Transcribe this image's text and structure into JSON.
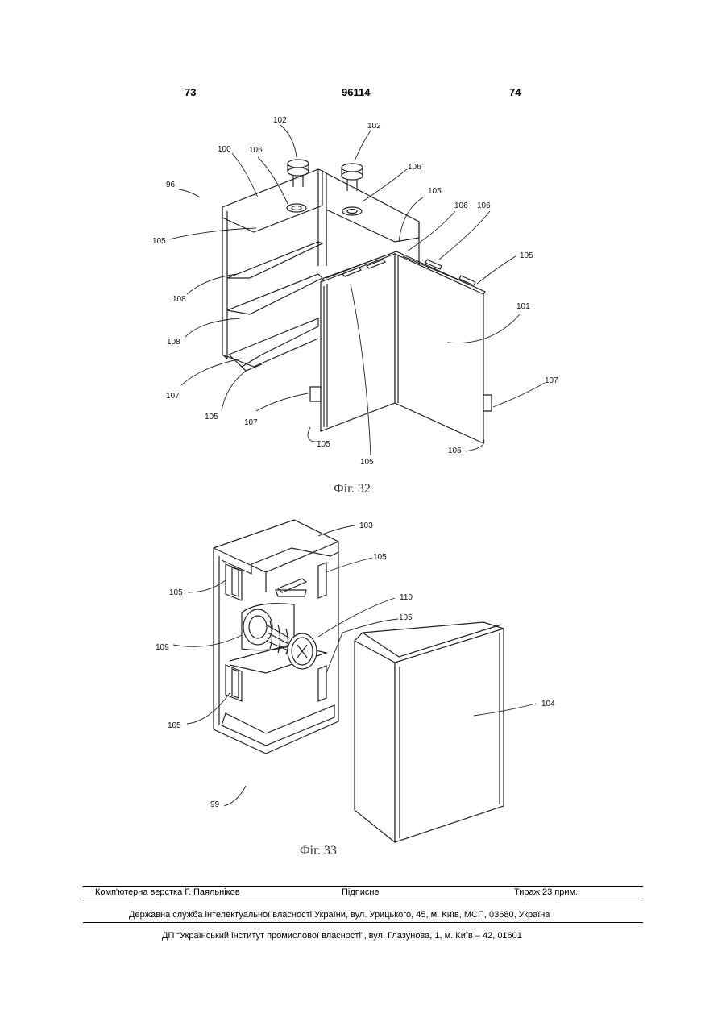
{
  "header": {
    "left_page": "73",
    "patent_number": "96114",
    "right_page": "74"
  },
  "figure32": {
    "caption": "Фіг. 32",
    "labels": {
      "l96": "96",
      "l100": "100",
      "l102a": "102",
      "l102b": "102",
      "l106a": "106",
      "l106b": "106",
      "l106c": "106",
      "l106d": "106",
      "l105a": "105",
      "l105b": "105",
      "l105c": "105",
      "l105d": "105",
      "l105e": "105",
      "l105f": "105",
      "l105g": "105",
      "l108a": "108",
      "l108b": "108",
      "l107a": "107",
      "l107b": "107",
      "l107c": "107",
      "l101": "101"
    }
  },
  "figure33": {
    "caption": "Фіг. 33",
    "labels": {
      "l103": "103",
      "l105a": "105",
      "l105b": "105",
      "l105c": "105",
      "l105d": "105",
      "l110": "110",
      "l109": "109",
      "l104": "104",
      "l99": "99"
    }
  },
  "footer": {
    "typesetting": "Комп'ютерна верстка Г. Паяльніков",
    "subscription": "Підписне",
    "circulation": "Тираж 23 прим.",
    "publisher": "Державна служба інтелектуальної власності України, вул. Урицького, 45, м. Київ, МСП, 03680, Україна",
    "institute": "ДП “Український інститут промислової власності”, вул. Глазунова, 1, м. Київ – 42, 01601"
  }
}
